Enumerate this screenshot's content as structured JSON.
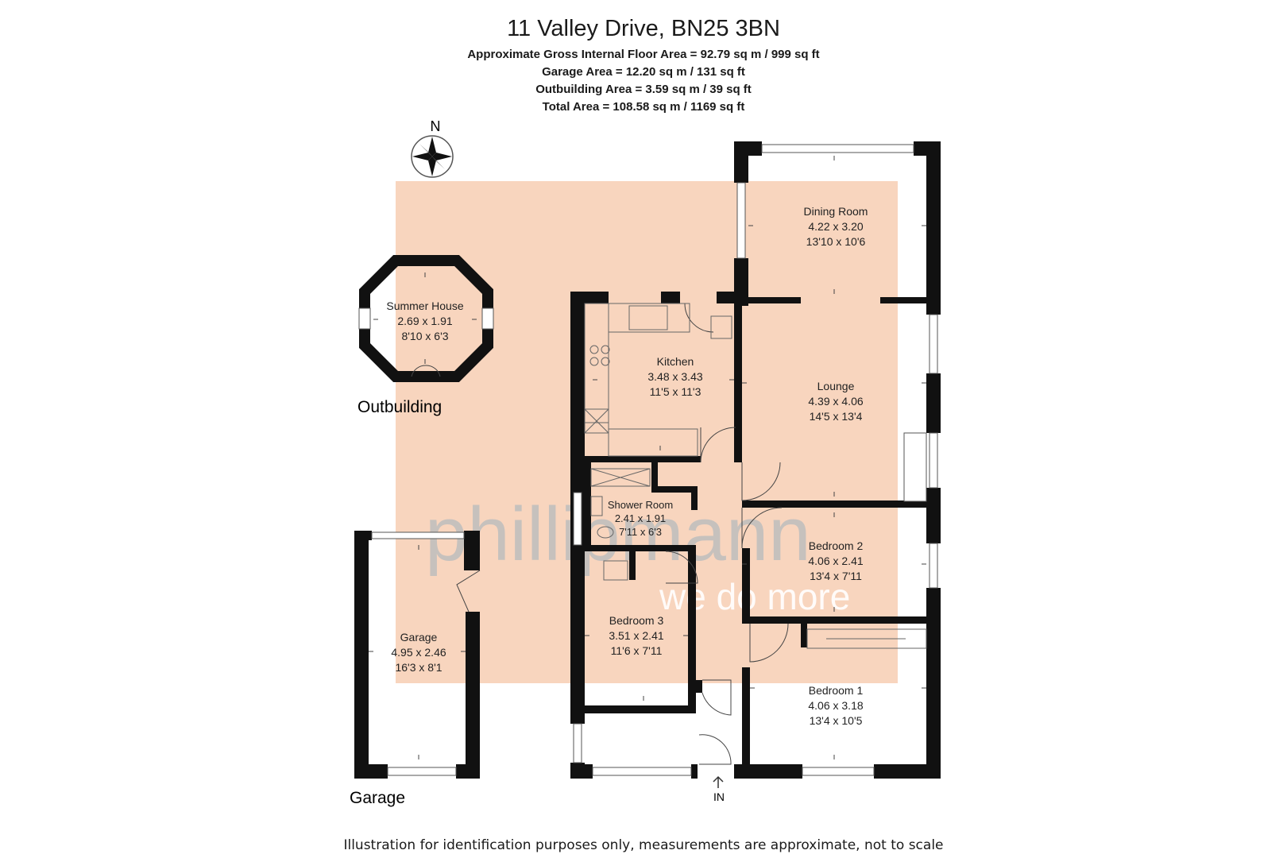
{
  "header": {
    "title": "11 Valley Drive, BN25 3BN",
    "gross_area": "Approximate Gross Internal Floor Area = 92.79 sq m / 999 sq ft",
    "garage_area": "Garage Area = 12.20 sq m / 131 sq ft",
    "outbuilding_area": "Outbuilding Area = 3.59 sq m / 39 sq ft",
    "total_area": "Total Area = 108.58 sq m / 1169 sq ft"
  },
  "compass": {
    "label": "N"
  },
  "rooms": {
    "dining": {
      "name": "Dining Room",
      "metric": "4.22 x 3.20",
      "imperial": "13'10 x 10'6"
    },
    "kitchen": {
      "name": "Kitchen",
      "metric": "3.48 x 3.43",
      "imperial": "11'5 x 11'3"
    },
    "lounge": {
      "name": "Lounge",
      "metric": "4.39 x 4.06",
      "imperial": "14'5 x 13'4"
    },
    "summer": {
      "name": "Summer House",
      "metric": "2.69 x 1.91",
      "imperial": "8'10 x 6'3"
    },
    "shower": {
      "name": "Shower Room",
      "metric": "2.41 x 1.91",
      "imperial": "7'11 x 6'3"
    },
    "bed2": {
      "name": "Bedroom 2",
      "metric": "4.06 x 2.41",
      "imperial": "13'4 x 7'11"
    },
    "bed3": {
      "name": "Bedroom 3",
      "metric": "3.51 x 2.41",
      "imperial": "11'6 x 7'11"
    },
    "bed1": {
      "name": "Bedroom 1",
      "metric": "4.06 x 3.18",
      "imperial": "13'4 x 10'5"
    },
    "garage": {
      "name": "Garage",
      "metric": "4.95 x 2.46",
      "imperial": "16'3 x 8'1"
    }
  },
  "section_labels": {
    "outbuilding": "Outbuilding",
    "garage": "Garage"
  },
  "entrance": {
    "label": "IN"
  },
  "watermark": {
    "brand": "phillipmann",
    "tagline": "we do more"
  },
  "footer": {
    "disclaimer": "Illustration for identification purposes only, measurements are approximate, not to scale"
  },
  "colors": {
    "wall": "#111111",
    "highlight": "#f8d5be",
    "watermark": "#c8c8c8"
  }
}
